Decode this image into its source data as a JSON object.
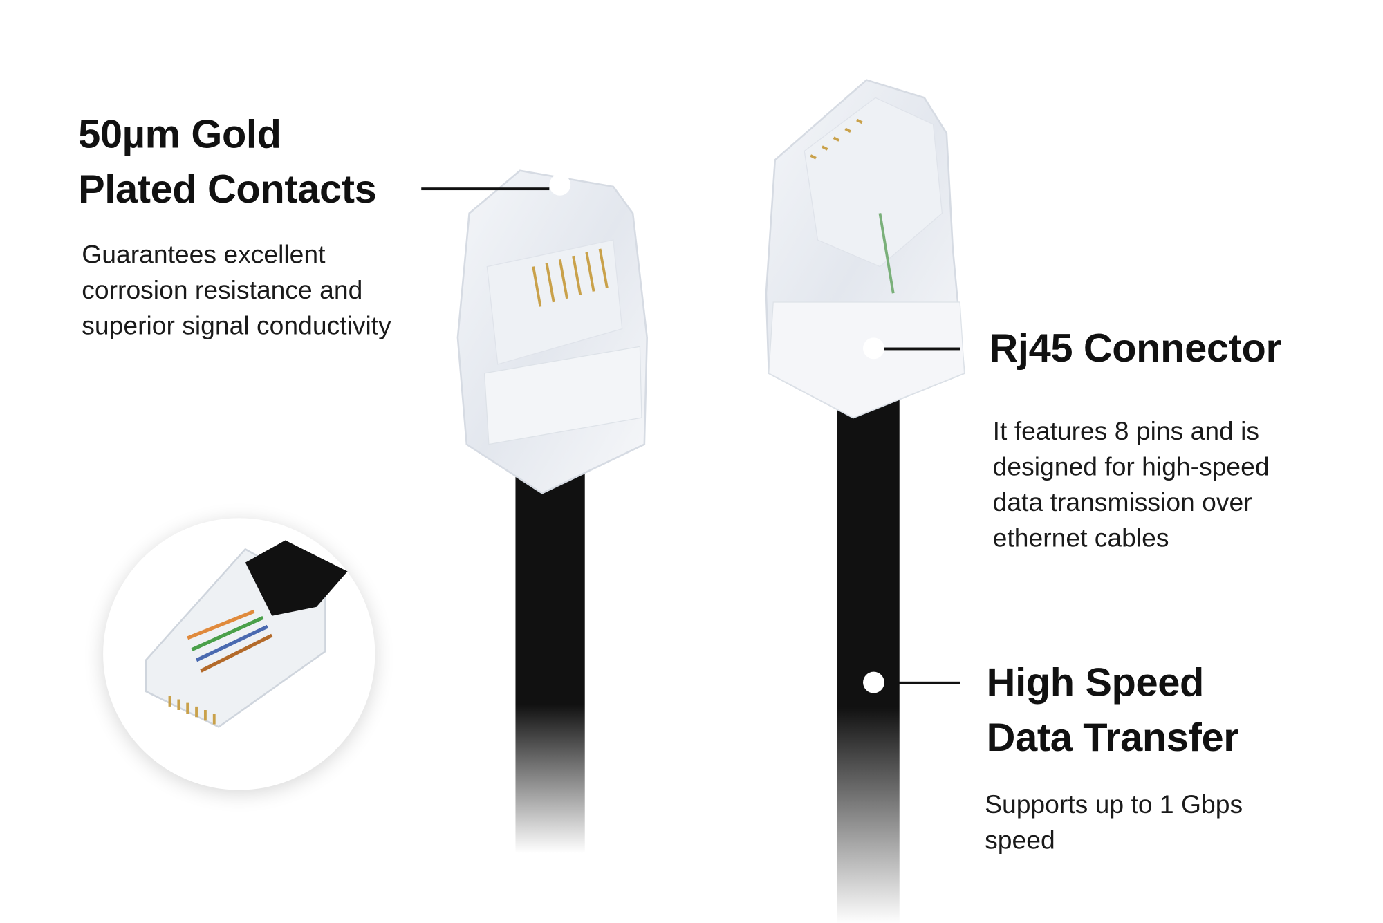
{
  "features": [
    {
      "title_lines": [
        "50µm Gold",
        "Plated Contacts"
      ],
      "description_lines": [
        "Guarantees excellent",
        "corrosion resistance and",
        "superior signal conductivity"
      ]
    },
    {
      "title_lines": [
        "Rj45 Connector"
      ],
      "description_lines": [
        "It features 8 pins and is",
        "designed for high-speed",
        "data transmission over",
        "ethernet cables"
      ]
    },
    {
      "title_lines": [
        "High Speed",
        "Data Transfer"
      ],
      "description_lines": [
        "Supports up to 1 Gbps",
        "speed"
      ]
    }
  ],
  "colors": {
    "cable": "#111111",
    "text": "#111111",
    "background": "#ffffff"
  }
}
